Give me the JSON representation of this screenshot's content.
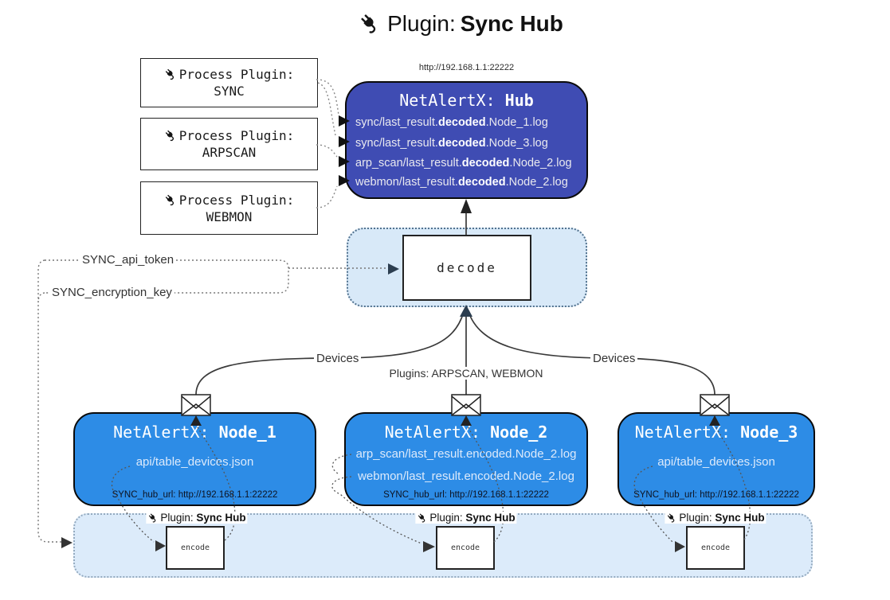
{
  "title": {
    "prefix": "Plugin: ",
    "bold": "Sync Hub"
  },
  "process_plugins": [
    {
      "label": "Process Plugin:",
      "name": "SYNC"
    },
    {
      "label": "Process Plugin:",
      "name": "ARPSCAN"
    },
    {
      "label": "Process Plugin:",
      "name": "WEBMON"
    }
  ],
  "hub": {
    "url": "http://192.168.1.1:22222",
    "title_prefix": "NetAlertX: ",
    "title_bold": "Hub",
    "entries": [
      {
        "pre": "sync/last_result.",
        "bold": "decoded",
        "post": ".Node_1.log"
      },
      {
        "pre": "sync/last_result.",
        "bold": "decoded",
        "post": ".Node_3.log"
      },
      {
        "pre": "arp_scan/last_result.",
        "bold": "decoded",
        "post": ".Node_2.log"
      },
      {
        "pre": "webmon/last_result.",
        "bold": "decoded",
        "post": ".Node_2.log"
      }
    ]
  },
  "decode": {
    "label": "decode"
  },
  "keys": {
    "api_token": "SYNC_api_token",
    "encryption_key": "SYNC_encryption_key"
  },
  "edges": {
    "devices_left": "Devices",
    "devices_right": "Devices",
    "plugins": "Plugins: ARPSCAN, WEBMON"
  },
  "nodes": [
    {
      "title_prefix": "NetAlertX: ",
      "title_bold": "Node_1",
      "files": [
        "api/table_devices.json"
      ],
      "hub_url": "SYNC_hub_url: http://192.168.1.1:22222"
    },
    {
      "title_prefix": "NetAlertX: ",
      "title_bold": "Node_2",
      "files": [
        "arp_scan/last_result.encoded.Node_2.log",
        "webmon/last_result.encoded.Node_2.log"
      ],
      "hub_url": "SYNC_hub_url: http://192.168.1.1:22222"
    },
    {
      "title_prefix": "NetAlertX: ",
      "title_bold": "Node_3",
      "files": [
        "api/table_devices.json"
      ],
      "hub_url": "SYNC_hub_url: http://192.168.1.1:22222"
    }
  ],
  "encode_band": {
    "label_prefix": "Plugin: ",
    "label_bold": "Sync Hub",
    "encode_label": "encode"
  },
  "colors": {
    "hub_fill": "#3f4cb3",
    "node_fill": "#2d8ce6",
    "container_fill": "#d8e9f8",
    "band_fill": "#dcebfa",
    "wire": "#3a3a3a",
    "dotted_wire": "#777777",
    "arrowhead_dark": "#2c3e50"
  }
}
